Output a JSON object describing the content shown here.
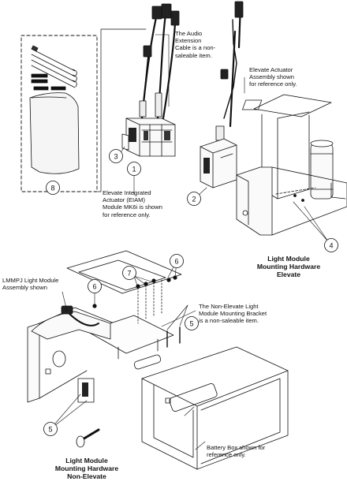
{
  "callouts": {
    "audio_cable": "The Audio\nExtension\nCable is a non-\nsaleable item.",
    "elevate_actuator": "Elevate Actuator\nAssembly shown\nfor reference only.",
    "eiam": "Elevate Integrated\nActuator (EIAM)\nModule MK6i is shown\nfor reference only.",
    "lmmpj": "LMMPJ Light Module\nAssembly shown",
    "bracket": "The Non-Elevate Light\nModule Mounting Bracket\nis a non-saleable item.",
    "battery_box": "Battery Box shown for\nreference only."
  },
  "captions": {
    "elevate": "Light Module\nMounting Hardware\nElevate",
    "non_elevate": "Light Module\nMounting Hardware\nNon-Elevate"
  },
  "balloons": {
    "b1": "1",
    "b2": "2",
    "b3": "3",
    "b4": "4",
    "b8": "8",
    "b7": "7",
    "b6a": "6",
    "b6b": "6",
    "b5a": "5",
    "b5b": "5"
  }
}
